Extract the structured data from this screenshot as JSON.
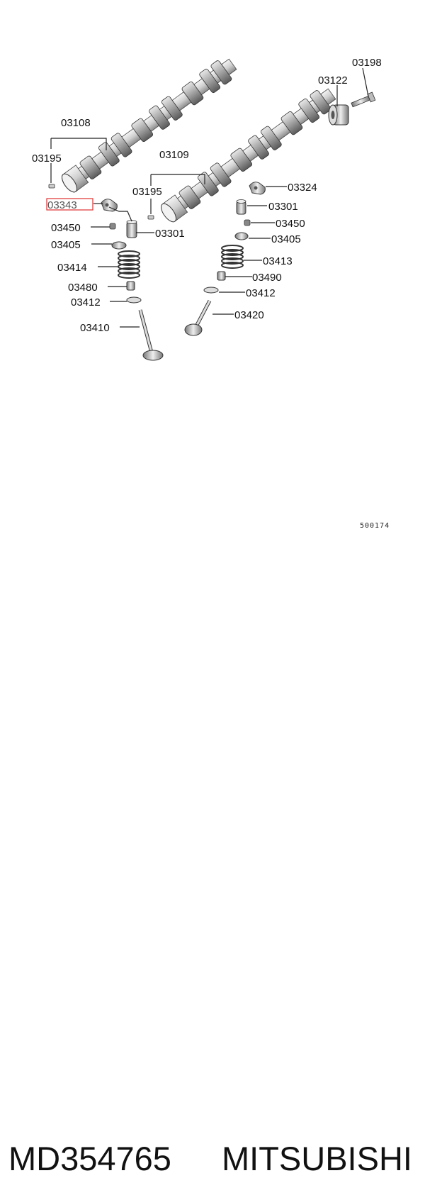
{
  "labels": {
    "l03198": "03198",
    "l03122": "03122",
    "l03108": "03108",
    "l03195a": "03195",
    "l03109": "03109",
    "l03195b": "03195",
    "l03324": "03324",
    "l03343": "03343",
    "l03301a": "03301",
    "l03450a": "03450",
    "l03301b": "03301",
    "l03450b": "03450",
    "l03405a": "03405",
    "l03405b": "03405",
    "l03414": "03414",
    "l03413": "03413",
    "l03490": "03490",
    "l03480": "03480",
    "l03412a": "03412",
    "l03412b": "03412",
    "l03420": "03420",
    "l03410": "03410"
  },
  "diagram_ref": "500174",
  "highlight_color": "#e03030",
  "caption": {
    "part_number": "MD354765",
    "brand": "MITSUBISHI"
  }
}
